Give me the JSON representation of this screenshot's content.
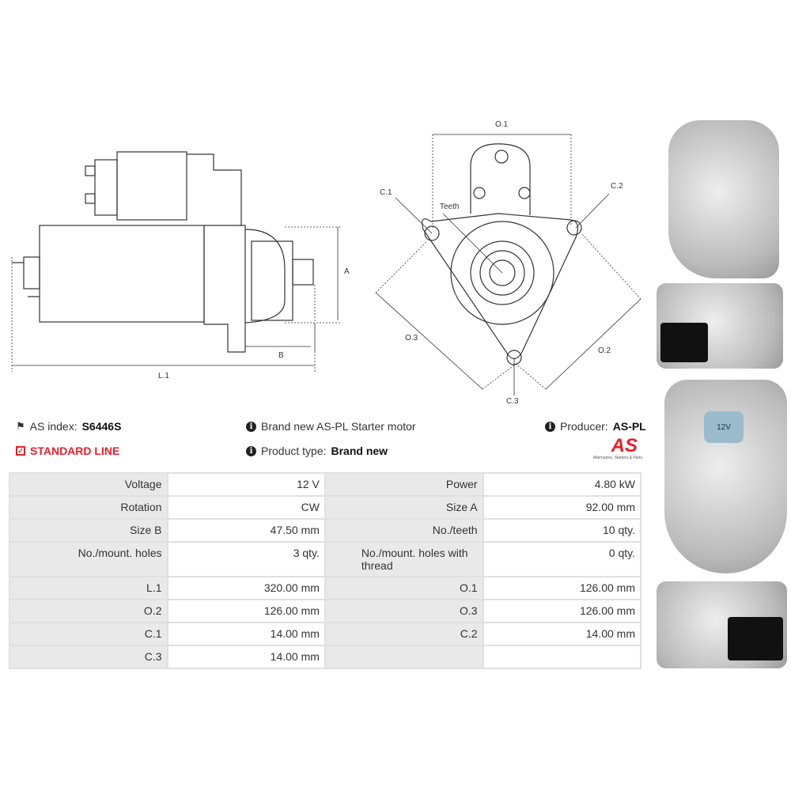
{
  "diagram": {
    "side_labels": {
      "a": "A",
      "b": "B",
      "l1": "L.1"
    },
    "front_labels": {
      "o1": "O.1",
      "o2": "O.2",
      "o3": "O.3",
      "c1": "C.1",
      "c2": "C.2",
      "c3": "C.3",
      "teeth": "Teeth"
    }
  },
  "info": {
    "as_index_label": "AS index:",
    "as_index_value": "S6446S",
    "line": "STANDARD LINE",
    "description": "Brand new AS-PL Starter motor",
    "product_type_label": "Product type:",
    "product_type_value": "Brand new",
    "producer_label": "Producer:",
    "producer_value": "AS-PL",
    "logo_text": "AS",
    "logo_tagline": "Alternators, Starters & Parts",
    "accent_color": "#e8202a"
  },
  "specs": [
    [
      {
        "label": "Voltage",
        "value": "12 V"
      },
      {
        "label": "Power",
        "value": "4.80 kW"
      }
    ],
    [
      {
        "label": "Rotation",
        "value": "CW"
      },
      {
        "label": "Size A",
        "value": "92.00 mm"
      }
    ],
    [
      {
        "label": "Size B",
        "value": "47.50 mm"
      },
      {
        "label": "No./teeth",
        "value": "10 qty."
      }
    ],
    [
      {
        "label": "No./mount. holes",
        "value": "3 qty."
      },
      {
        "label": "No./mount. holes with thread",
        "value": "0 qty."
      }
    ],
    [
      {
        "label": "L.1",
        "value": "320.00 mm"
      },
      {
        "label": "O.1",
        "value": "126.00 mm"
      }
    ],
    [
      {
        "label": "O.2",
        "value": "126.00 mm"
      },
      {
        "label": "O.3",
        "value": "126.00 mm"
      }
    ],
    [
      {
        "label": "C.1",
        "value": "14.00 mm"
      },
      {
        "label": "C.2",
        "value": "14.00 mm"
      }
    ],
    [
      {
        "label": "C.3",
        "value": "14.00 mm"
      },
      {
        "label": "",
        "value": ""
      }
    ]
  ],
  "photos": {
    "solenoid_label": "12V"
  }
}
